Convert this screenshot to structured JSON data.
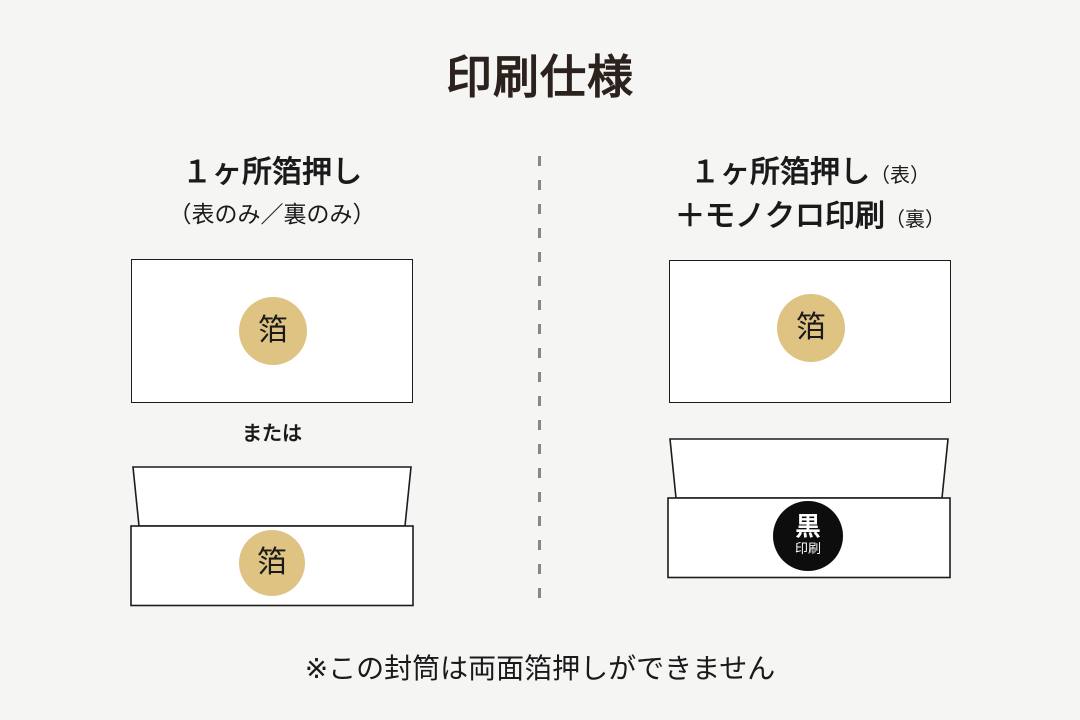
{
  "title": "印刷仕様",
  "left_column": {
    "heading": "１ヶ所箔押し",
    "subheading": "（表のみ／裏のみ）",
    "front_envelope": {
      "stamp_label": "箔"
    },
    "or_label": "または",
    "back_envelope": {
      "stamp_label": "箔"
    }
  },
  "right_column": {
    "heading_line1": {
      "main": "１ヶ所箔押し",
      "suffix": "（表）"
    },
    "heading_line2": {
      "main": "＋モノクロ印刷",
      "suffix": "（裏）"
    },
    "front_envelope": {
      "stamp_label": "箔"
    },
    "back_envelope": {
      "stamp_line1": "黒",
      "stamp_line2": "印刷"
    }
  },
  "footnote": "※この封筒は両面箔押しができません",
  "colors": {
    "background": "#f5f5f4",
    "title_text": "#2b221e",
    "body_text": "#1a1a1a",
    "foil_gold": "#dec383",
    "mono_black": "#0d0d0d",
    "stamp_text_on_black": "#ffffff",
    "divider_dash": "#8b8583",
    "envelope_border": "#1c1c1c",
    "envelope_fill": "#ffffff"
  }
}
